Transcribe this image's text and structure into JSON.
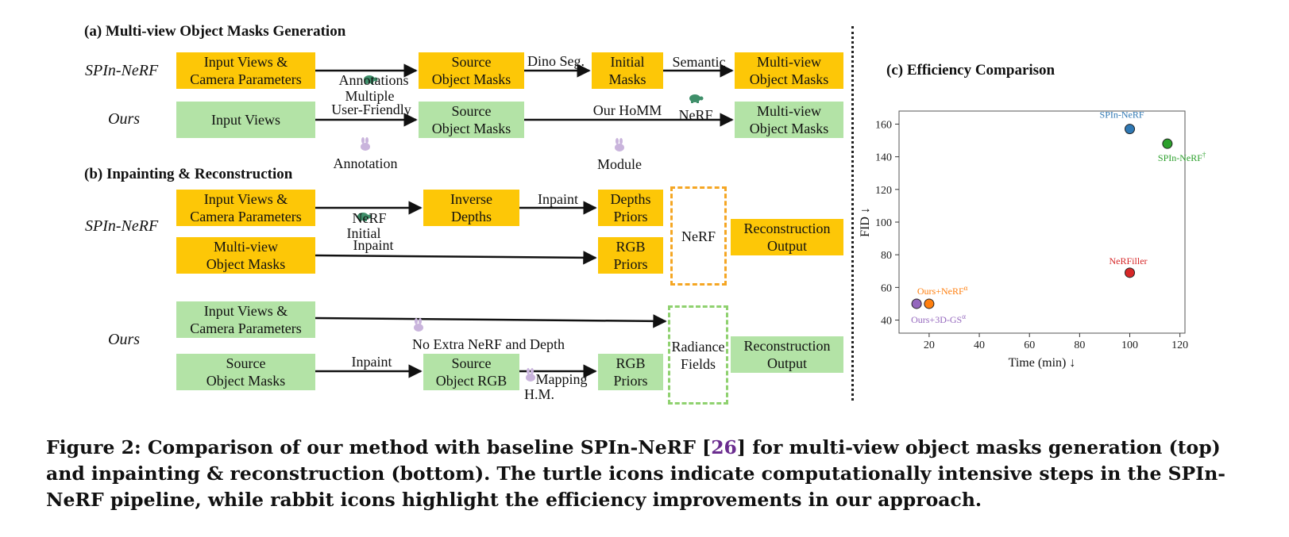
{
  "sections": {
    "a_title": "(a) Multi-view Object Masks Generation",
    "b_title": "(b) Inpainting & Reconstruction",
    "c_title": "(c) Efficiency Comparison"
  },
  "row_labels": {
    "spin": "SPIn-NeRF",
    "ours": "Ours"
  },
  "a": {
    "spin": {
      "input": "Input Views &\nCamera Parameters",
      "arrow1_top": "Multiple",
      "arrow1_bottom": "Annotations",
      "source": "Source\nObject Masks",
      "arrow2_top": "Dino Seg.",
      "initial": "Initial\nMasks",
      "arrow3_top": "Semantic",
      "arrow3_bottom": "NeRF",
      "output": "Multi-view\nObject Masks"
    },
    "ours": {
      "input": "Input Views",
      "arrow1_top": "User-Friendly",
      "arrow1_bottom": "Annotation",
      "source": "Source\nObject Masks",
      "arrow2_top": "Our HoMM",
      "arrow2_bottom": "Module",
      "output": "Multi-view\nObject Masks"
    }
  },
  "b": {
    "spin": {
      "input": "Input Views &\nCamera Parameters",
      "arrow1_top": "Initial",
      "arrow1_bottom": "NeRF",
      "inverse": "Inverse\nDepths",
      "arrow2_top": "Inpaint",
      "depths": "Depths\nPriors",
      "masks": "Multi-view\nObject Masks",
      "arrow3_top": "Inpaint",
      "rgb": "RGB\nPriors",
      "nerf": "NeRF",
      "recon": "Reconstruction\nOutput"
    },
    "ours": {
      "input": "Input Views &\nCamera Parameters",
      "arrow1_top": "No Extra NeRF and Depth",
      "source": "Source\nObject Masks",
      "arrow2_top": "Inpaint",
      "source_rgb": "Source\nObject RGB",
      "arrow3_top": "H.M.",
      "arrow3_bottom": "Mapping",
      "rgb": "RGB\nPriors",
      "radiance": "Radiance\nFields",
      "recon": "Reconstruction\nOutput"
    }
  },
  "icons": {
    "turtle": "turtle-icon",
    "rabbit": "rabbit-icon"
  },
  "colors": {
    "yellow": "#fdc707",
    "green": "#b3e3a6",
    "orange_dash": "#f5a623",
    "green_dash": "#8fd16f"
  },
  "chart_data": {
    "type": "scatter",
    "xlabel": "Time (min) ↓",
    "ylabel": "FID ↓",
    "xlim": [
      8,
      122
    ],
    "ylim": [
      32,
      168
    ],
    "xticks": [
      20,
      40,
      60,
      80,
      100,
      120
    ],
    "yticks": [
      40,
      60,
      80,
      100,
      120,
      140,
      160
    ],
    "grid": false,
    "series": [
      {
        "name": "SPIn-NeRF",
        "x": 100,
        "y": 157,
        "color": "#2f78b4"
      },
      {
        "name": "SPIn-NeRF",
        "superscript": "†",
        "x": 115,
        "y": 148,
        "color": "#2ca02c"
      },
      {
        "name": "NeRFiller",
        "x": 100,
        "y": 69,
        "color": "#d62728"
      },
      {
        "name": "Ours+NeRF",
        "superscript": "α",
        "x": 20,
        "y": 50,
        "color": "#ff7f0e"
      },
      {
        "name": "Ours+3D-GS",
        "superscript": "α",
        "x": 15,
        "y": 50,
        "color": "#9467bd"
      }
    ]
  },
  "caption": {
    "prefix": "Figure 2: Comparison of our method with baseline SPIn-NeRF [",
    "ref": "26",
    "suffix": "] for multi-view object masks generation (top) and inpainting & reconstruction (bottom). The turtle icons indicate computationally intensive steps in the SPIn-NeRF pipeline, while rabbit icons highlight the efficiency improvements in our approach."
  }
}
